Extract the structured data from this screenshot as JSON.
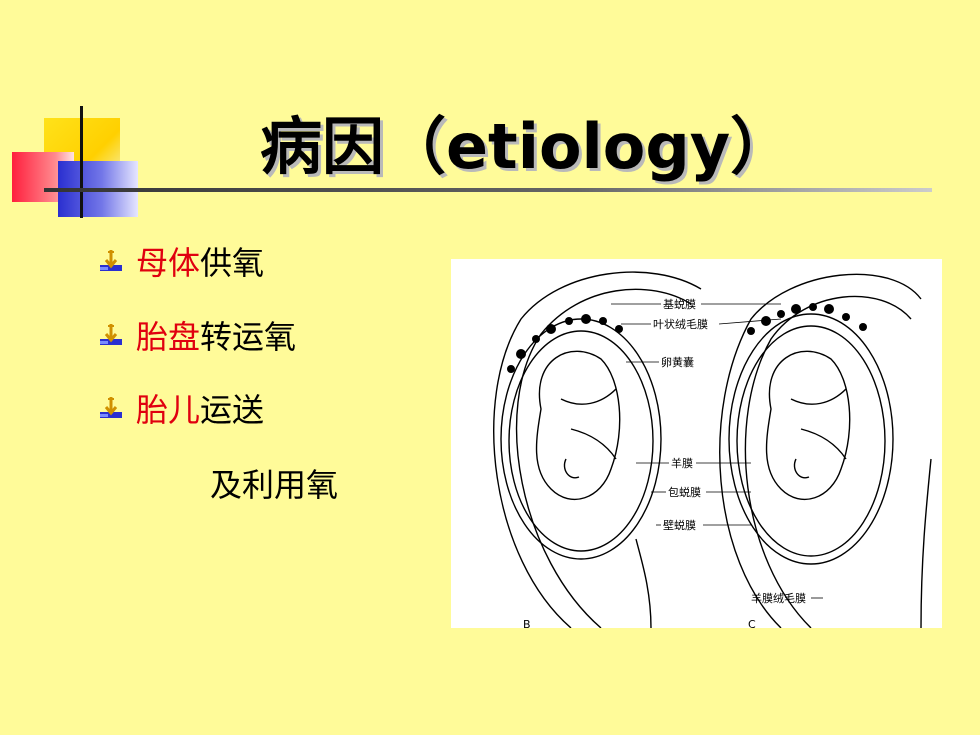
{
  "slide": {
    "title": "病因（etiology）",
    "bullets": [
      {
        "highlight": "母体",
        "rest": "供氧"
      },
      {
        "highlight": "胎盘",
        "rest": "转运氧"
      },
      {
        "highlight": "胎儿",
        "rest": "运送"
      }
    ],
    "continuation": "及利用氧"
  },
  "figure": {
    "labels": {
      "decidua_basalis": "基蜕膜",
      "chorion_frondosum": "叶状绒毛膜",
      "yolk_sac": "卵黄囊",
      "amnion": "羊膜",
      "decidua_capsularis": "包蜕膜",
      "decidua_parietalis": "壁蜕膜",
      "amniochorion": "羊膜绒毛膜"
    },
    "panel_letters": [
      "B",
      "C"
    ]
  },
  "colors": {
    "background": "#fffb99",
    "highlight": "#e0000f",
    "text": "#000000"
  }
}
